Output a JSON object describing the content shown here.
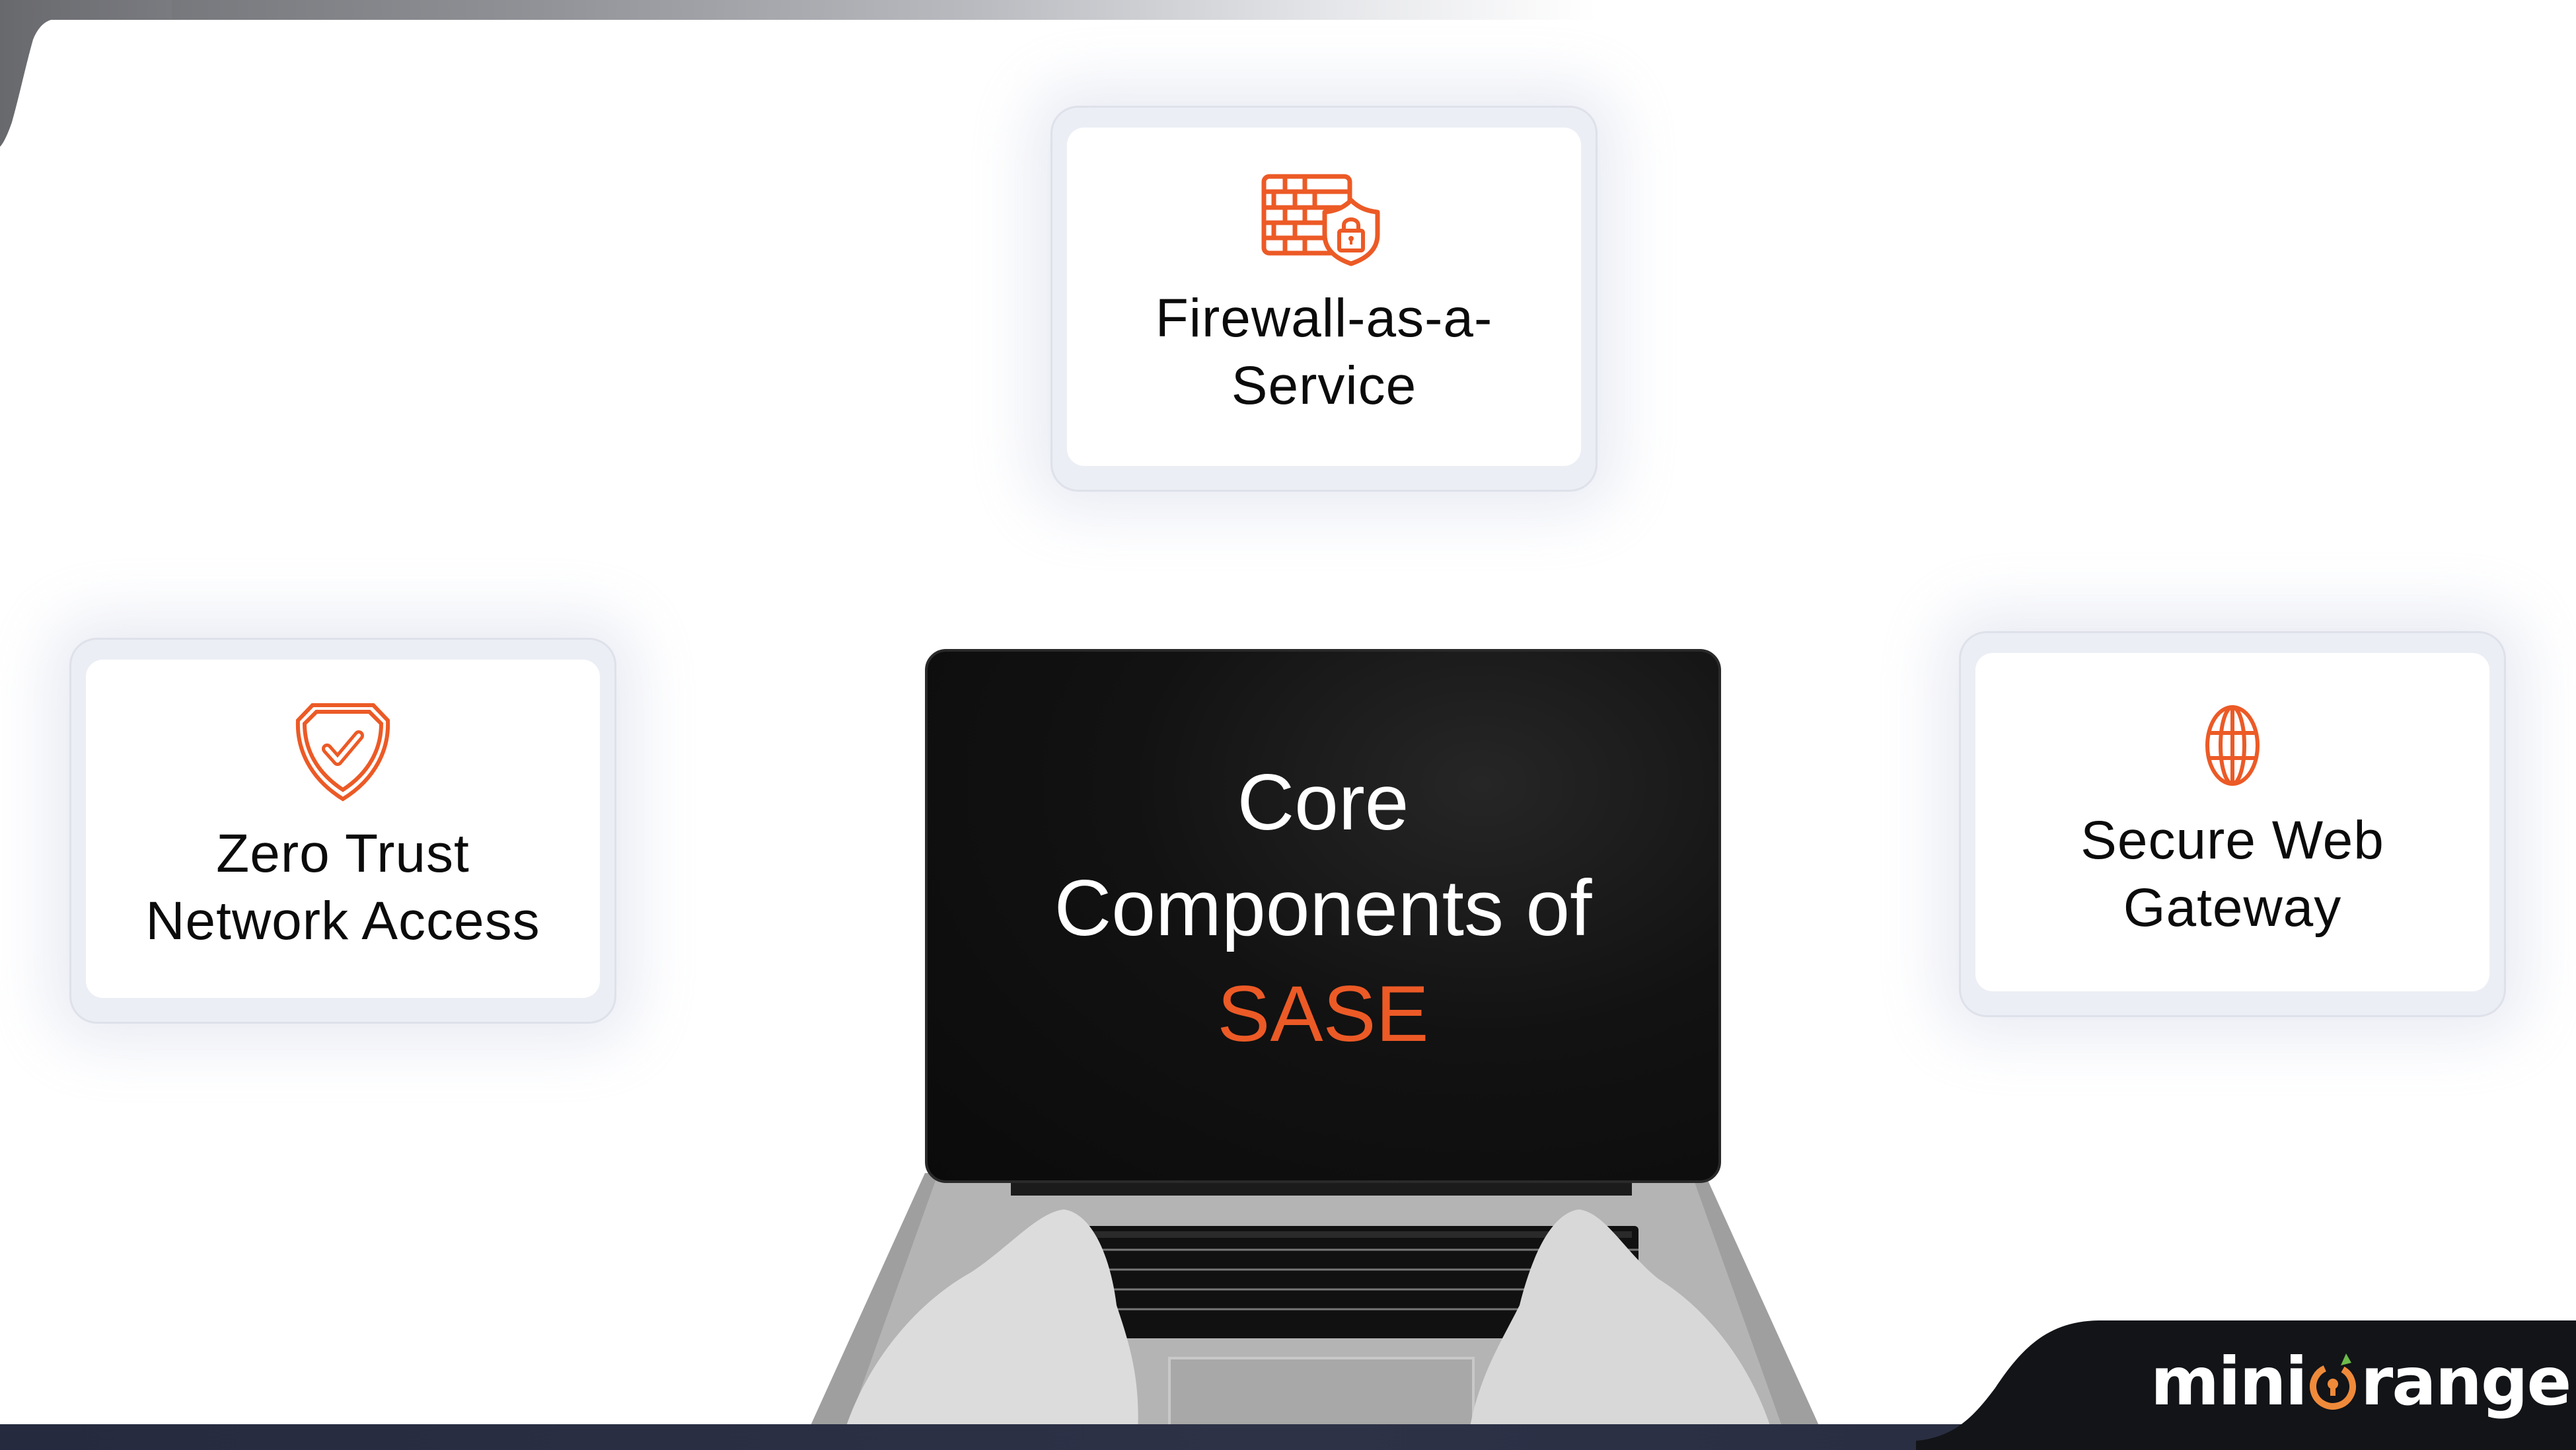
{
  "diagram": {
    "title": {
      "line1": "Core",
      "line2": "Components of",
      "accent": "SASE"
    },
    "components": [
      {
        "id": "fwaas",
        "label_line1": "Firewall-as-a-",
        "label_line2": "Service",
        "icon": "firewall-lock-icon",
        "position": "top"
      },
      {
        "id": "ztna",
        "label_line1": "Zero Trust",
        "label_line2": "Network Access",
        "icon": "shield-check-icon",
        "position": "left"
      },
      {
        "id": "swg",
        "label_line1": "Secure Web",
        "label_line2": "Gateway",
        "icon": "globe-icon",
        "position": "right"
      }
    ],
    "connectors": [
      {
        "from": "center",
        "to": "fwaas",
        "style": "dashed-gradient"
      },
      {
        "from": "center",
        "to": "ztna",
        "style": "dashed-gradient"
      },
      {
        "from": "center",
        "to": "swg",
        "style": "dashed-gradient"
      }
    ]
  },
  "brand": {
    "logo_text_left": "mini",
    "logo_text_right": "range",
    "logo_icon": "orange-keyhole-icon"
  },
  "colors": {
    "accent": "#ec5a26",
    "connector_gray": "#9c9c9c",
    "screen_bg": "#111111",
    "footer_bar": "#2a2e42",
    "logo_tab": "#121418",
    "logo_leaf": "#6dbb4a"
  }
}
